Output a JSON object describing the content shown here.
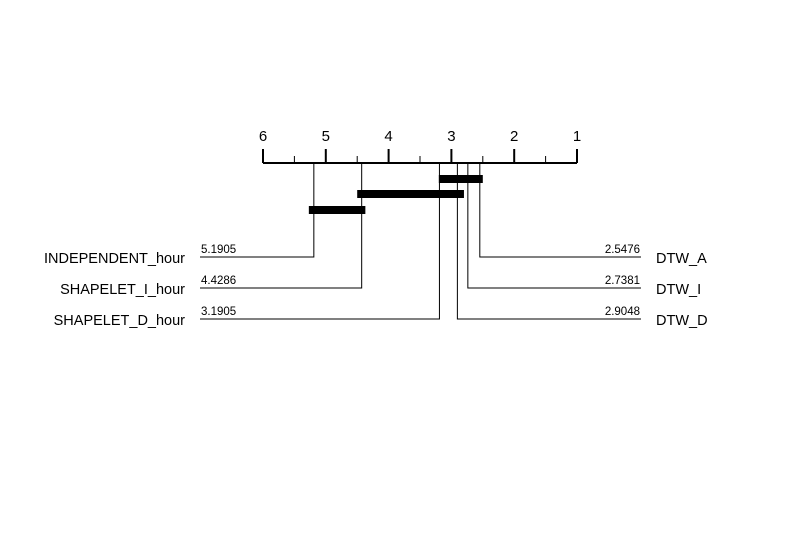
{
  "chart_data": {
    "type": "critical-difference-diagram",
    "axis": {
      "min": 1,
      "max": 6,
      "reversed": true,
      "ticks": [
        6,
        5,
        4,
        3,
        2,
        1
      ]
    },
    "methods_left": [
      {
        "name": "INDEPENDENT_hour",
        "rank": 5.1905,
        "rank_label": "5.1905"
      },
      {
        "name": "SHAPELET_I_hour",
        "rank": 4.4286,
        "rank_label": "4.4286"
      },
      {
        "name": "SHAPELET_D_hour",
        "rank": 3.1905,
        "rank_label": "3.1905"
      }
    ],
    "methods_right": [
      {
        "name": "DTW_A",
        "rank": 2.5476,
        "rank_label": "2.5476"
      },
      {
        "name": "DTW_I",
        "rank": 2.7381,
        "rank_label": "2.7381"
      },
      {
        "name": "DTW_D",
        "rank": 2.9048,
        "rank_label": "2.9048"
      }
    ],
    "cliques": [
      {
        "from": 3.2,
        "to": 2.5
      },
      {
        "from": 4.5,
        "to": 2.8
      },
      {
        "from": 5.27,
        "to": 4.37
      }
    ]
  }
}
